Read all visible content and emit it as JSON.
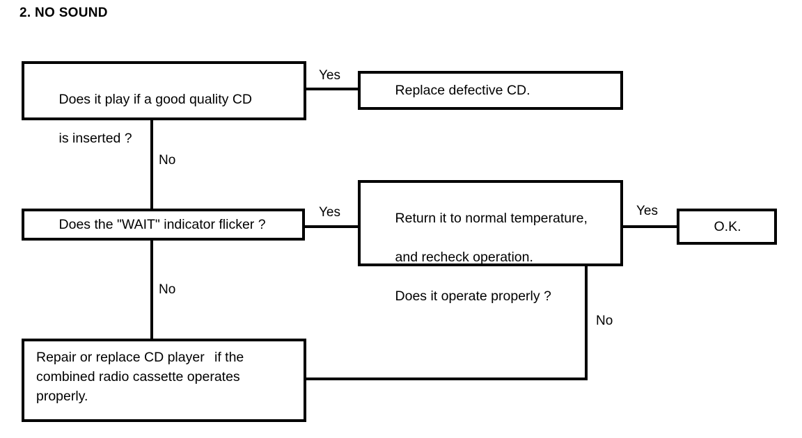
{
  "title": "2. NO SOUND",
  "theme": {
    "background": "#ffffff",
    "ink": "#000000",
    "border": "#000000"
  },
  "nodes": {
    "q_cd": {
      "line1": "Does it play if a good quality CD",
      "line2": "is inserted ?"
    },
    "replace_cd": {
      "line1": "Replace defective CD."
    },
    "q_wait": {
      "line1": "Does the \"WAIT\" indicator flicker ?"
    },
    "return_temp": {
      "line1": "Return it to normal temperature,",
      "line2": "and recheck operation.",
      "line3": "Does it operate properly ?"
    },
    "ok": {
      "line1": "O.K."
    },
    "repair": {
      "line1_base": "Repair or replace CD player",
      "line1_overlap": "if the",
      "line2": "combined radio cassette operates",
      "line3": "properly."
    }
  },
  "edge_labels": {
    "yes_cd": "Yes",
    "no_cd": "No",
    "yes_wait": "Yes",
    "no_wait": "No",
    "yes_temp": "Yes",
    "no_temp": "No"
  }
}
